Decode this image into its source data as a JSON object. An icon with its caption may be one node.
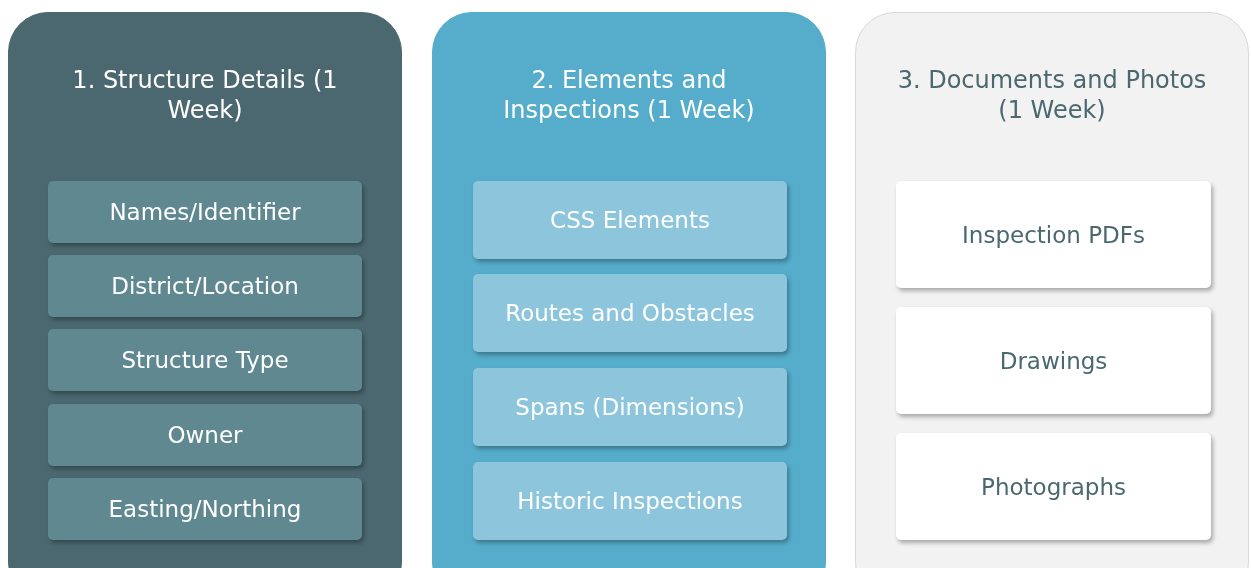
{
  "diagram": {
    "nodes": [
      {
        "text": [
          "1. Structure Details (1 Week)"
        ]
      },
      {
        "text": [
          "Names/Identifier"
        ],
        "in": 0
      },
      {
        "text": [
          "District/Location"
        ],
        "in": 0
      },
      {
        "text": [
          "Structure Type"
        ],
        "in": 0
      },
      {
        "text": [
          "Owner"
        ],
        "in": 0
      },
      {
        "text": [
          "Easting/Northing"
        ],
        "in": 0
      },
      {
        "text": [
          "2. Elements and Inspections (1 Week)"
        ]
      },
      {
        "text": [
          "CSS Elements"
        ],
        "in": 6
      },
      {
        "text": [
          "Routes and Obstacles"
        ],
        "in": 6
      },
      {
        "text": [
          "Spans (Dimensions)"
        ],
        "in": 6
      },
      {
        "text": [
          "Historic Inspections"
        ],
        "in": 6
      },
      {
        "text": [
          "3. Documents and Photos (1 Week)"
        ]
      },
      {
        "text": [
          "Inspection PDFs"
        ],
        "in": 11
      },
      {
        "text": [
          "Drawings"
        ],
        "in": 11
      },
      {
        "text": [
          "Photographs"
        ],
        "in": 11
      }
    ]
  }
}
